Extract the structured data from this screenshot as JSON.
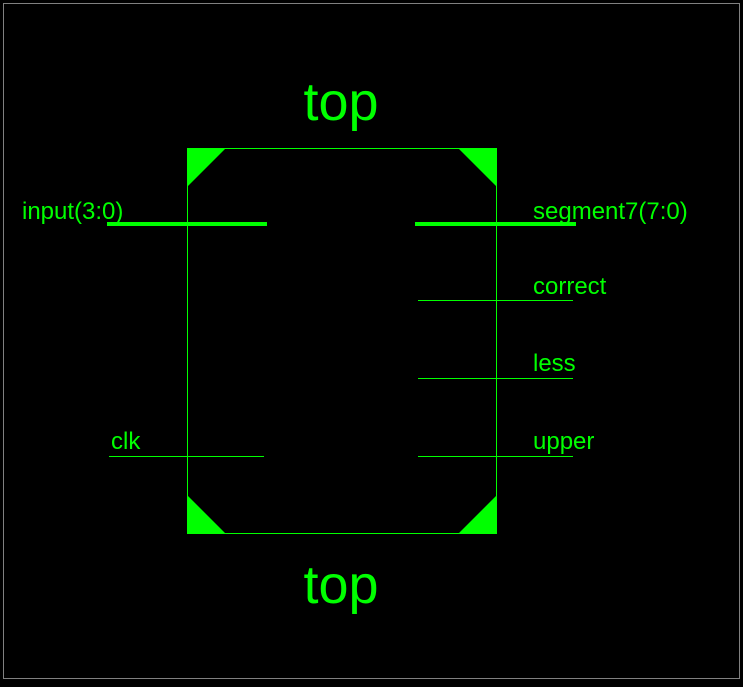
{
  "diagram": {
    "block_title_top": "top",
    "block_title_bottom": "top",
    "colors": {
      "background": "#000000",
      "wire": "#00ff00",
      "frame": "#808080"
    },
    "ports": {
      "input_bus": "input(3:0)",
      "clk": "clk",
      "segment_bus": "segment7(7:0)",
      "correct": "correct",
      "less": "less",
      "upper": "upper"
    }
  }
}
